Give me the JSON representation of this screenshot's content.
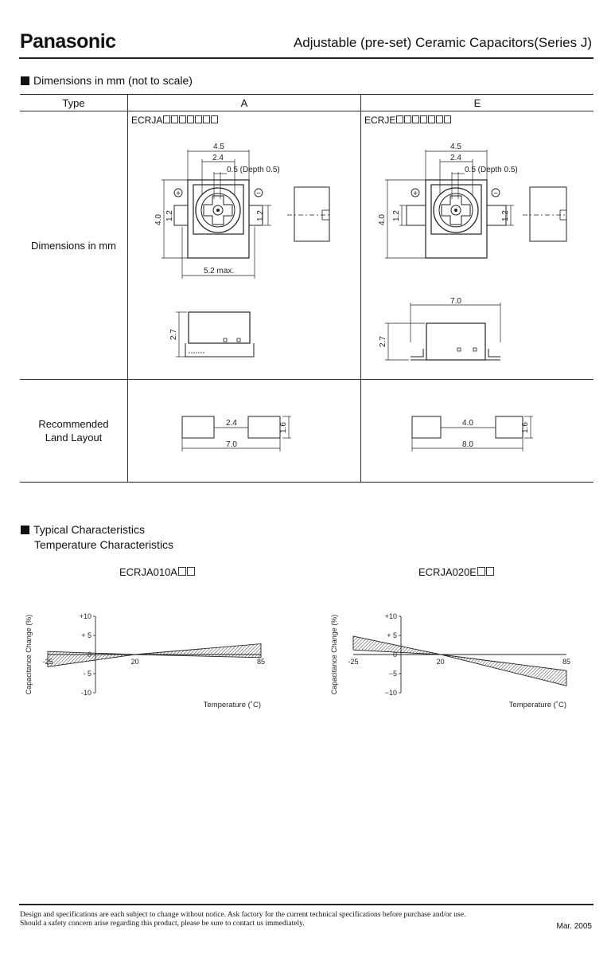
{
  "header": {
    "logo": "Panasonic",
    "title": "Adjustable (pre-set) Ceramic Capacitors(Series J)"
  },
  "dimensions": {
    "heading": "Dimensions in mm (not to scale)",
    "col_type": "Type",
    "col_a": "A",
    "col_e": "E",
    "row_dims": "Dimensions in mm",
    "row_land_1": "Recommended",
    "row_land_2": "Land Layout",
    "a_part": "ECRJA",
    "e_part": "ECRJE",
    "a": {
      "w45": "4.5",
      "w24": "2.4",
      "depth": "0.5 (Depth 0.5)",
      "h40": "4.0",
      "h12": "1.2",
      "w52": "5.2 max.",
      "h27": "2.7",
      "land_gap": "2.4",
      "land_total": "7.0",
      "land_h": "1.6"
    },
    "e": {
      "w45": "4.5",
      "w24": "2.4",
      "depth": "0.5 (Depth 0.5)",
      "h40": "4.0",
      "h12": "1.2",
      "w70": "7.0",
      "h27": "2.7",
      "land_gap": "4.0",
      "land_total": "8.0",
      "land_h": "1.6"
    },
    "plus": "+",
    "minus": "−"
  },
  "typical": {
    "heading": "Typical Characteristics",
    "sub": "Temperature Characteristics"
  },
  "chart_data": [
    {
      "type": "area",
      "title": "ECRJA010A",
      "xlabel": "Temperature (˚C)",
      "ylabel": "Capacitance Change (%)",
      "xlim": [
        -25,
        85
      ],
      "ylim": [
        -10,
        10
      ],
      "x_ticks": [
        "-25",
        "20",
        "85"
      ],
      "y_ticks": [
        "+10",
        "+ 5",
        "0",
        "- 5",
        "-10"
      ],
      "series": [
        {
          "x": [
            -25,
            20,
            85
          ],
          "upper": [
            0.8,
            0,
            2.8
          ],
          "lower": [
            -3.2,
            0,
            -0.8
          ]
        }
      ]
    },
    {
      "type": "area",
      "title": "ECRJA020E",
      "xlabel": "Temperature (˚C)",
      "ylabel": "Capacitance Change (%)",
      "xlim": [
        -25,
        85
      ],
      "ylim": [
        -10,
        10
      ],
      "x_ticks": [
        "-25",
        "20",
        "85"
      ],
      "y_ticks": [
        "+10",
        "+ 5",
        "0",
        "−5",
        "−10"
      ],
      "series": [
        {
          "x": [
            -25,
            20,
            85
          ],
          "upper": [
            4.8,
            0,
            -4.2
          ],
          "lower": [
            1.2,
            0,
            -8.2
          ]
        }
      ]
    }
  ],
  "footer": {
    "line1": "Design and specifications are each subject to change without notice.  Ask factory for the current technical specifications before purchase and/or use.",
    "line2": "Should a safety concern arise regarding this product, please be sure to contact us immediately.",
    "date": "Mar. 2005"
  }
}
